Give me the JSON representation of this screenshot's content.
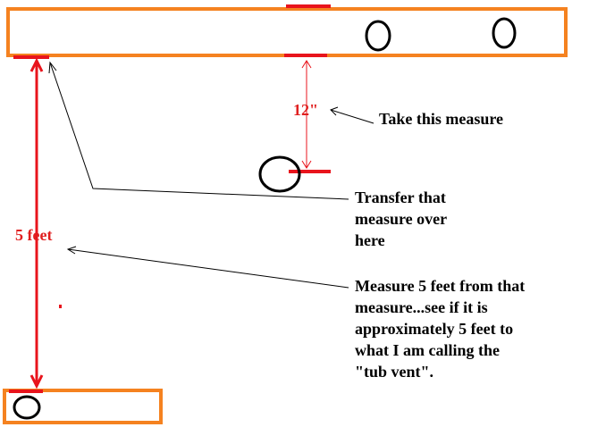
{
  "colors": {
    "board": "#f58220",
    "mark": "#e8141c",
    "outline": "#000000",
    "dimension_text": "#e02020",
    "background": "#ffffff"
  },
  "labels": {
    "dimension_12": "12\"",
    "dimension_5ft": "5 feet"
  },
  "notes": {
    "take_measure": "Take this measure",
    "transfer_lines": [
      "Transfer that",
      "measure over",
      "here"
    ],
    "measure_lines": [
      "Measure 5 feet from that",
      "measure...see if it is",
      "approximately 5 feet to",
      "what I am calling the",
      "\"tub vent\"."
    ]
  }
}
